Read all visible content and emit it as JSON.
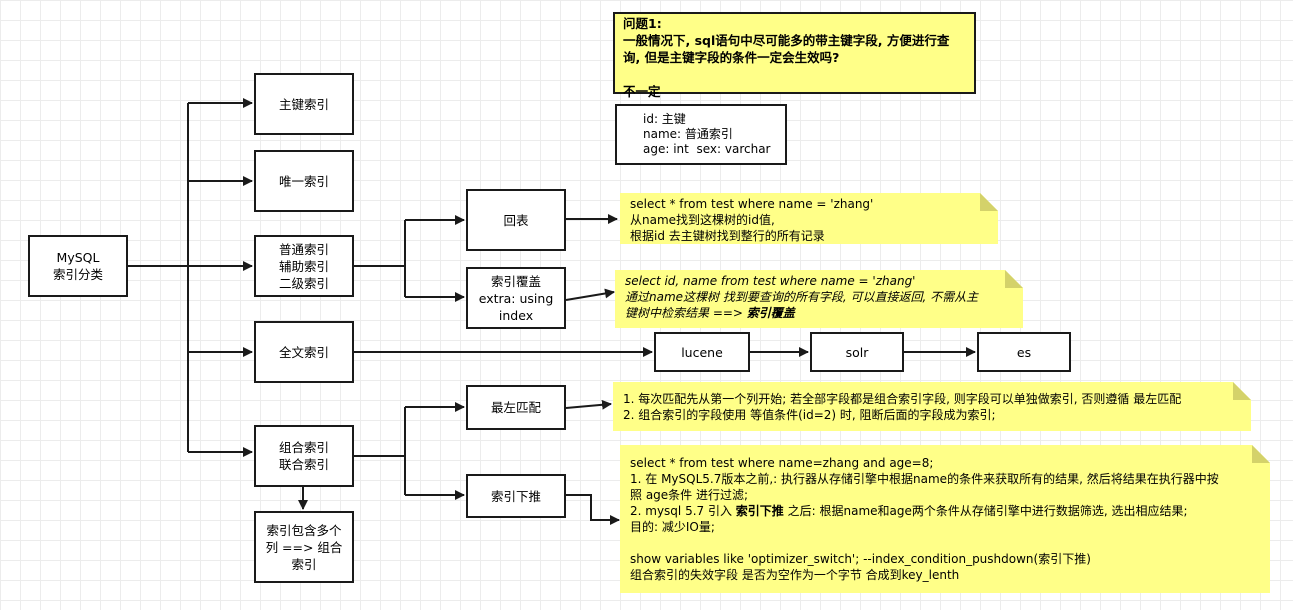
{
  "diagram": {
    "nodes": {
      "root": "MySQL\n索引分类",
      "primary": "主键索引",
      "unique": "唯一索引",
      "normal": "普通索引\n辅助索引\n二级索引",
      "fulltext": "全文索引",
      "composite": "组合索引\n联合索引",
      "composite_desc": "索引包含多个\n列 ==> 组合\n索引",
      "huibiao": "回表",
      "covering": "索引覆盖\nextra: using\nindex",
      "lucene": "lucene",
      "solr": "solr",
      "es": "es",
      "leftmost": "最左匹配",
      "pushdown": "索引下推"
    },
    "legend": "id: 主键\nname: 普通索引\nage: int  sex: varchar",
    "question": "问题1:\n一般情况下, sql语句中尽可能多的带主键字段, 方便进行查\n询, 但是主键字段的条件一定会生效吗?\n\n不一定",
    "notes": {
      "huibiao": "select * from test where name = 'zhang'\n从name找到这棵树的id值,\n根据id 去主键树找到整行的所有记录",
      "covering_text": "select id, name from test where name = 'zhang'\n通过name这棵树 找到要查询的所有字段, 可以直接返回, 不需从主\n键树中检索结果 ==> ",
      "covering_bold": "索引覆盖",
      "leftmost": "1. 每次匹配先从第一个列开始; 若全部字段都是组合索引字段, 则字段可以单独做索引, 否则遵循 最左匹配\n2. 组合索引的字段使用  等值条件(id=2) 时, 阻断后面的字段成为索引;",
      "pushdown_a": "select * from test where name=zhang and age=8;\n1. 在 MySQL5.7版本之前,:  执行器从存储引擎中根据name的条件来获取所有的结果, 然后将结果在执行器中按\n照 age条件 进行过滤;\n2. mysql  5.7  引入 ",
      "pushdown_bold": "索引下推",
      "pushdown_b": " 之后: 根据name和age两个条件从存储引擎中进行数据筛选, 选出相应结果;\n    目的:  减少IO量;\n\nshow variables like 'optimizer_switch';  --index_condition_pushdown(索引下推)\n  组合索引的失效字段 是否为空作为一个字节 合成到key_lenth"
    },
    "colors": {
      "note_fill": "#ffff88",
      "note_fold": "#d4d26a",
      "stroke": "#1a1a1a"
    }
  }
}
